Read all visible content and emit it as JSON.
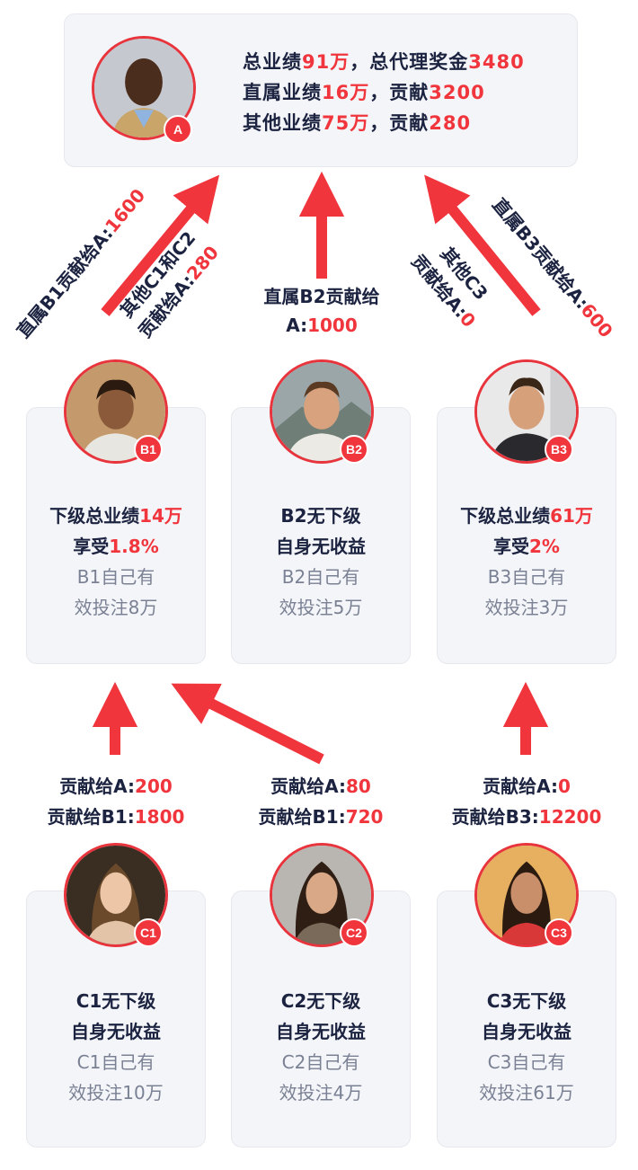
{
  "colors": {
    "accent": "#f0353d",
    "text": "#1c2340",
    "gray": "#7a8194",
    "card": "#f4f5f8"
  },
  "top": {
    "badge": "A",
    "line1": {
      "a": "总业绩",
      "b": "91万",
      "c": "，总代理奖金",
      "d": "3480"
    },
    "line2": {
      "a": "直属业绩",
      "b": "16万",
      "c": "，贡献",
      "d": "3200"
    },
    "line3": {
      "a": "其他业绩",
      "b": "75万",
      "c": "，贡献",
      "d": "280"
    }
  },
  "arrow_labels": {
    "b1_direct": {
      "a": "直属B1贡献给A:",
      "b": "1600"
    },
    "c_other": {
      "l1": "其他C1和C2",
      "l2a": "贡献给A:",
      "l2b": "280"
    },
    "b2_direct": {
      "l1": "直属B2贡献给",
      "l2a": "A:",
      "l2b": "1000"
    },
    "c3_other": {
      "l1": "其他C3",
      "l2a": "贡献给A:",
      "l2b": "0"
    },
    "b3_direct": {
      "a": "直属B3贡献给A:",
      "b": "600"
    }
  },
  "b_nodes": [
    {
      "badge": "B1",
      "l1a": "下级总业绩",
      "l1b": "14万",
      "l2a": "享受",
      "l2b": "1.8%",
      "g1": "B1自己有",
      "g2": "效投注8万"
    },
    {
      "badge": "B2",
      "l1a": "B2无下级",
      "l1b": "",
      "l2a": "自身无收益",
      "l2b": "",
      "g1": "B2自己有",
      "g2": "效投注5万"
    },
    {
      "badge": "B3",
      "l1a": "下级总业绩",
      "l1b": "61万",
      "l2a": "享受",
      "l2b": "2%",
      "g1": "B3自己有",
      "g2": "效投注3万"
    }
  ],
  "c_labels": [
    {
      "l1a": "贡献给A:",
      "l1b": "200",
      "l2a": "贡献给B1:",
      "l2b": "1800"
    },
    {
      "l1a": "贡献给A:",
      "l1b": "80",
      "l2a": "贡献给B1:",
      "l2b": "720"
    },
    {
      "l1a": "贡献给A:",
      "l1b": "0",
      "l2a": "贡献给B3:",
      "l2b": "12200"
    }
  ],
  "c_nodes": [
    {
      "badge": "C1",
      "l1": "C1无下级",
      "l2": "自身无收益",
      "g1": "C1自己有",
      "g2": "效投注10万"
    },
    {
      "badge": "C2",
      "l1": "C2无下级",
      "l2": "自身无收益",
      "g1": "C2自己有",
      "g2": "效投注4万"
    },
    {
      "badge": "C3",
      "l1": "C3无下级",
      "l2": "自身无收益",
      "g1": "C3自己有",
      "g2": "效投注61万"
    }
  ]
}
